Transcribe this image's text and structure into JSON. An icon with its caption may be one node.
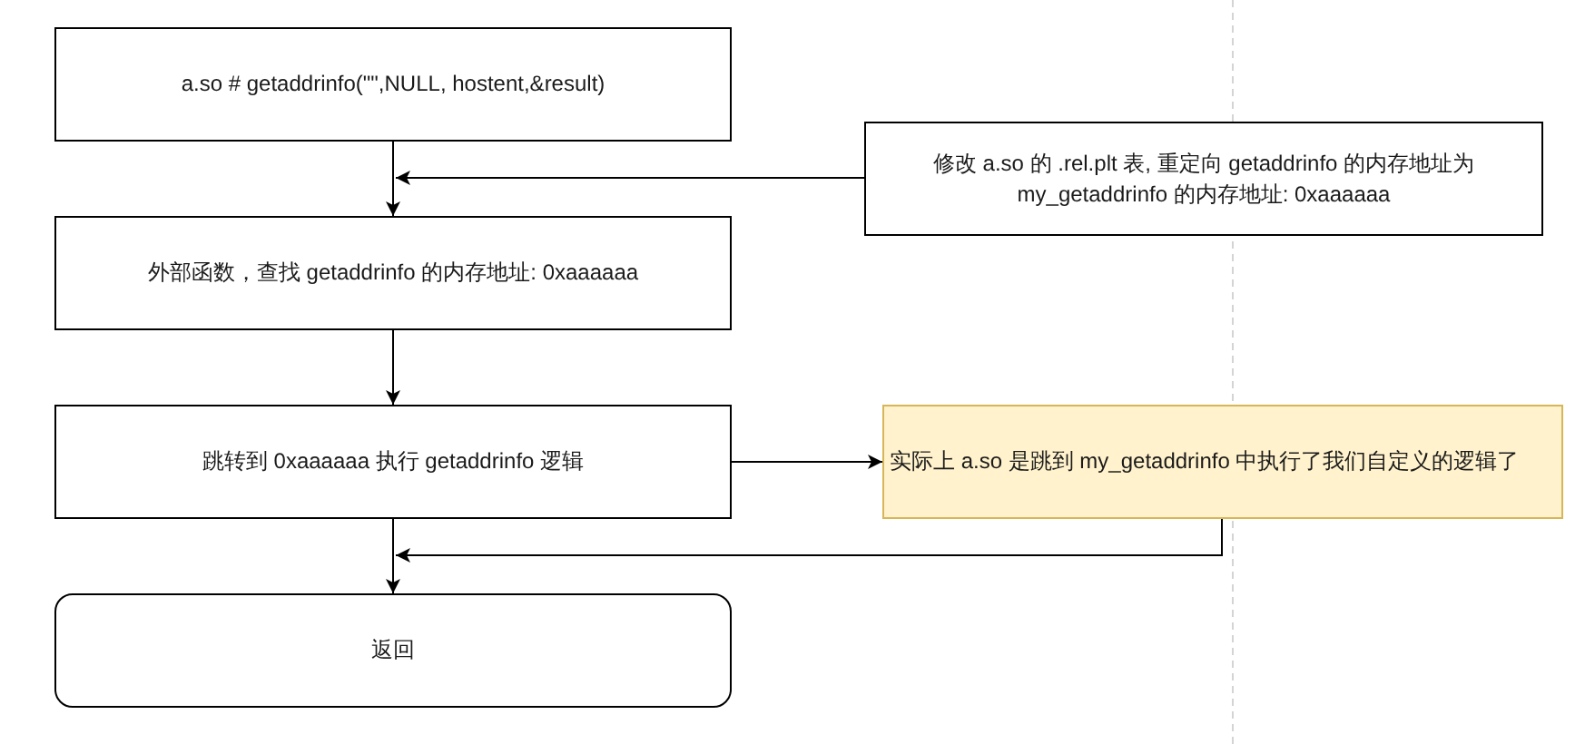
{
  "diagram": {
    "nodes": [
      {
        "text": [
          "a.so # getaddrinfo(\"\",NULL, hostent,&result)"
        ]
      },
      {
        "text": [
          "修改 a.so 的 .rel.plt 表, 重定向 getaddrinfo 的内存地址为 my_getaddrinfo 的内存地址: 0xaaaaaa"
        ]
      },
      {
        "text": [
          "外部函数，查找 getaddrinfo 的内存地址: 0xaaaaaa"
        ]
      },
      {
        "text": [
          "跳转到 0xaaaaaa 执行 getaddrinfo 逻辑"
        ]
      },
      {
        "text": [
          "实际上 a.so 是跳到 my_getaddrinfo 中执行了我们自定义的逻辑了"
        ]
      },
      {
        "text": [
          "返回"
        ]
      }
    ],
    "edges": [
      {
        "from": 0,
        "to": 2,
        "arrow": "to"
      },
      {
        "from": 1,
        "to": 2,
        "arrow": "to"
      },
      {
        "from": 2,
        "to": 3,
        "arrow": "to"
      },
      {
        "from": 3,
        "to": 4,
        "arrow": "to"
      },
      {
        "from": 3,
        "to": 5,
        "arrow": "to"
      },
      {
        "from": 4,
        "to": 5,
        "arrow": "to"
      }
    ]
  }
}
